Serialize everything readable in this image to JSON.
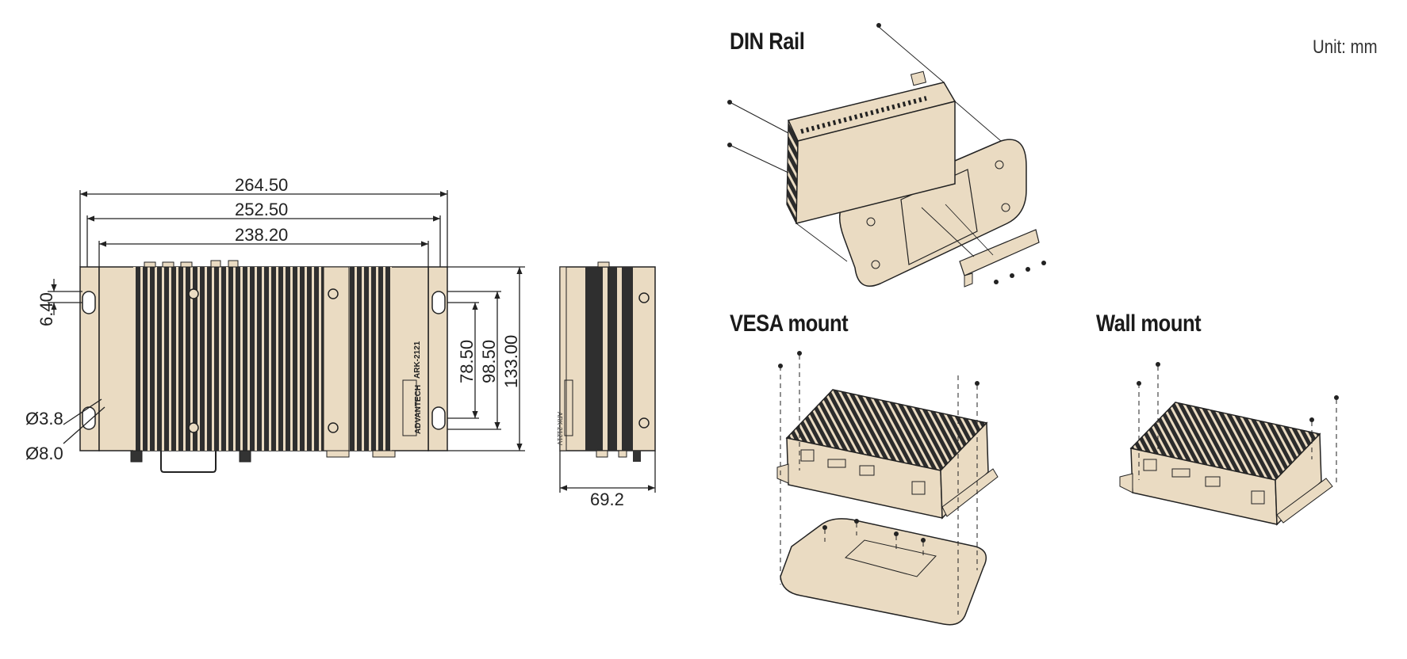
{
  "unit_label": "Unit: mm",
  "front_view": {
    "width_overall": "264.50",
    "width_mount": "252.50",
    "width_body": "238.20",
    "slot_offset": "6.40",
    "slot_pitch": "78.50",
    "height_inner": "98.50",
    "height_overall": "133.00",
    "hole_small": "Ø3.8",
    "hole_large": "Ø8.0",
    "brand_text": "ADVANTECH",
    "model_text": "ARK-2121"
  },
  "side_view": {
    "depth": "69.2",
    "model_text": "ARK-2121V"
  },
  "mounting": {
    "din_rail": "DIN Rail",
    "vesa_mount": "VESA mount",
    "wall_mount": "Wall mount"
  },
  "colors": {
    "body": "#eadbc2",
    "fins": "#2f2f2f",
    "line": "#222222"
  }
}
